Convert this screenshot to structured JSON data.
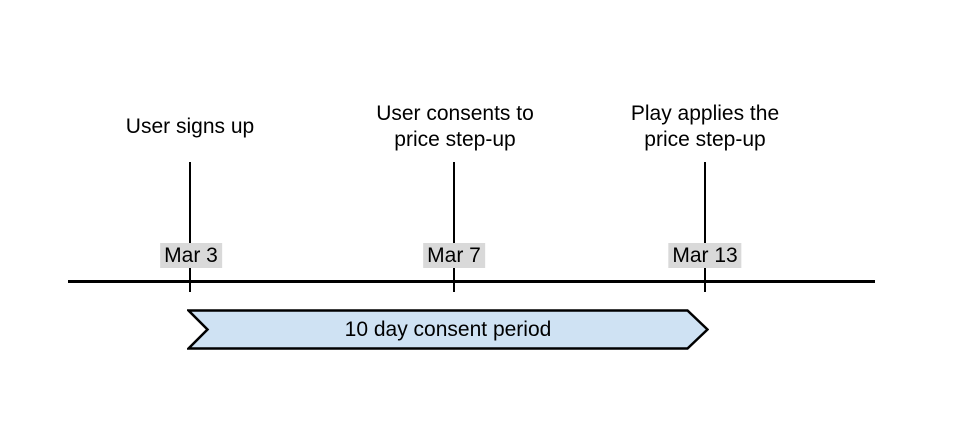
{
  "diagram": {
    "events": [
      {
        "title_lines": [
          "User signs up"
        ],
        "date": "Mar 3"
      },
      {
        "title_lines": [
          "User consents to",
          "price step-up"
        ],
        "date": "Mar 7"
      },
      {
        "title_lines": [
          "Play applies the",
          "price step-up"
        ],
        "date": "Mar 13"
      }
    ],
    "period": {
      "label": "10 day consent period"
    }
  },
  "colors": {
    "ribbon_fill": "#cfe2f3",
    "date_background": "#d9d9d9",
    "line": "#000000"
  }
}
